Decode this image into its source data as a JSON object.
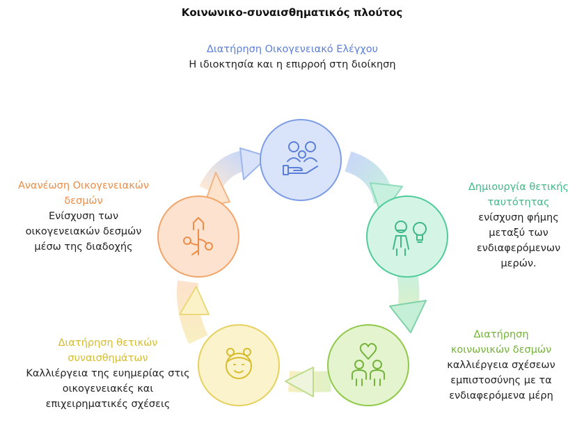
{
  "title": "Κοινωνικο-συναισθηματικός πλούτος",
  "colors": {
    "blue": "#6b8fe0",
    "green": "#45c493",
    "lime": "#7fbf2e",
    "yellow": "#e8cf4a",
    "orange": "#f09a55"
  },
  "stages": [
    {
      "title": "Διατήρηση Οικογενειακό  Ελέγχου",
      "description": "Η ιδιοκτησία και η επιρροή στη διοίκηση",
      "icon": "family-hand-icon",
      "color": "#6b8fe0"
    },
    {
      "title": "Δημιουργία θετικής ταυτότητας",
      "description": "ενίσχυση  φήμης μεταξύ των ενδιαφερόμενων μερών.",
      "icon": "person-lightbulb-icon",
      "color": "#45c493"
    },
    {
      "title": "Διατήρηση κοινωνικών δεσμών",
      "description": "καλλιέργεια σχέσεων εμπιστοσύνης με τα ενδιαφερόμενα μέρη",
      "icon": "people-heart-icon",
      "color": "#7fbf2e"
    },
    {
      "title": "Διατήρηση θετικών συναισθημάτων",
      "description": "Καλλιέργεια της ευημερίας στις οικογενειακές και επιχειρηματικές σχέσεις",
      "icon": "smiling-face-icon",
      "color": "#e8cf4a"
    },
    {
      "title": "Ανανέωση Οικογενειακών δεσμών",
      "description": "Ενίσχυση των οικογενειακών δεσμών μέσω της διαδοχής",
      "icon": "house-tree-icon",
      "color": "#f09a55"
    }
  ]
}
